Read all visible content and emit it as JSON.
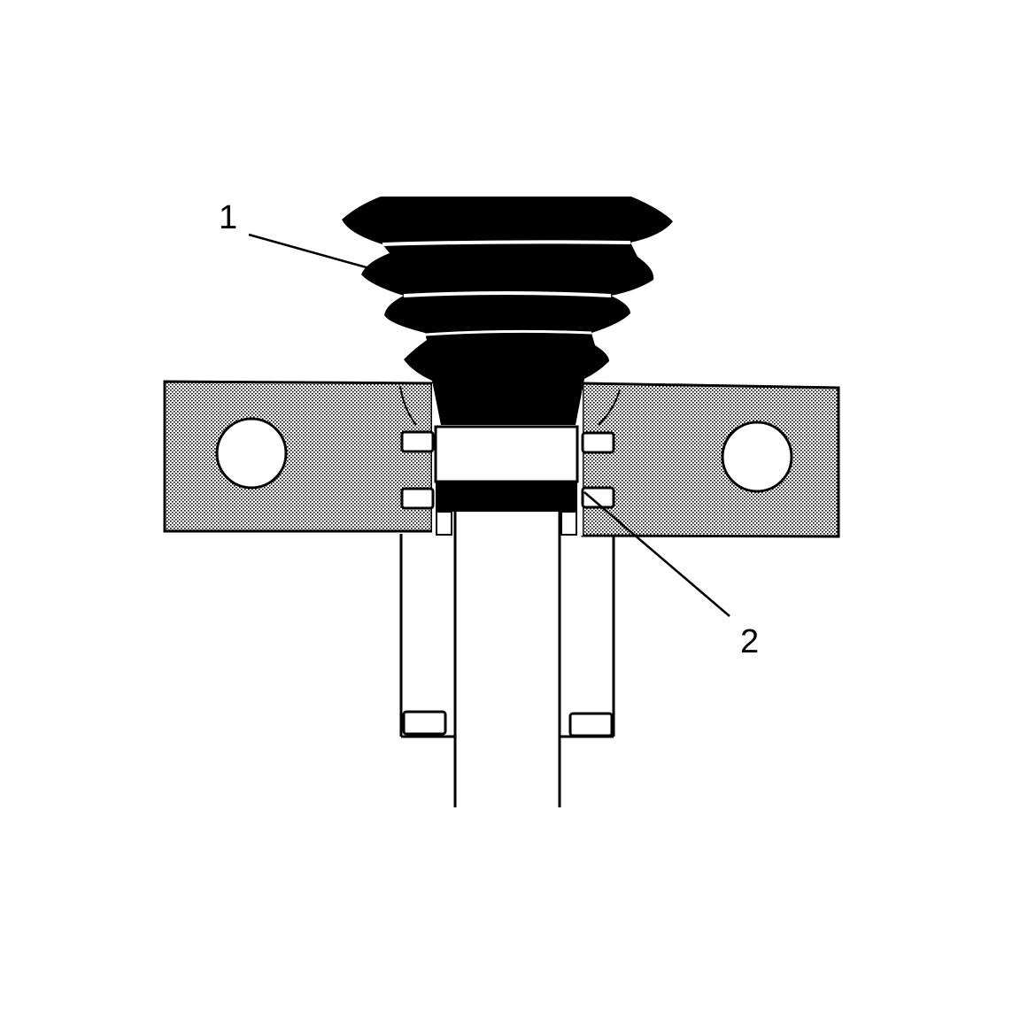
{
  "callouts": [
    {
      "id": "1",
      "label": "1"
    },
    {
      "id": "2",
      "label": "2"
    }
  ],
  "colors": {
    "ink": "#000000",
    "paper": "#ffffff",
    "housing_shade": "#b3b3b3"
  }
}
